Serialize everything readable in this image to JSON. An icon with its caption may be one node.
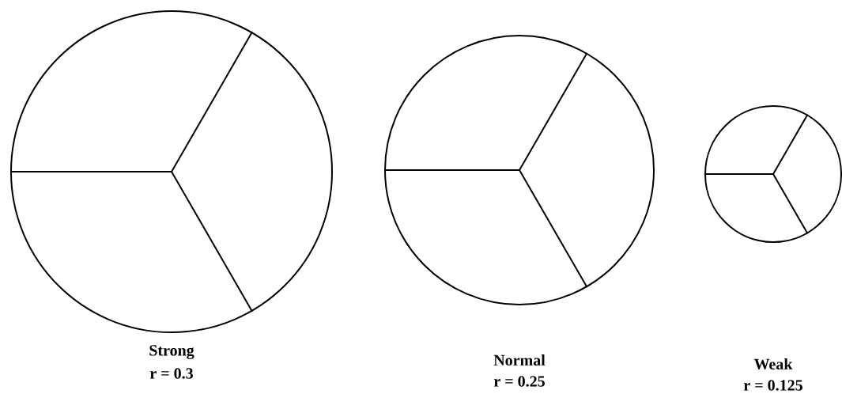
{
  "diagram": {
    "nodes": [
      {
        "text": [],
        "shape": "circle",
        "beside": [
          "Strong",
          "r = 0.3"
        ]
      },
      {
        "text": [],
        "shape": "circle",
        "beside": [
          "Normal",
          "r = 0.25"
        ]
      },
      {
        "text": [],
        "shape": "circle",
        "beside": [
          "Weak",
          "r = 0.125"
        ]
      }
    ]
  }
}
